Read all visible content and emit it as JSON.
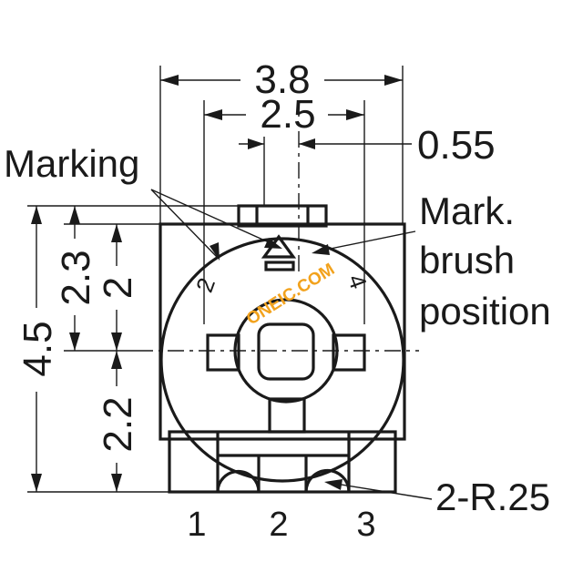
{
  "dimensions": {
    "overall_width": "3.8",
    "terminal_pitch": "2.5",
    "offset": "0.55",
    "overall_height": "4.5",
    "upper_height": "2.3",
    "center_height": "2",
    "lower_height": "2.2"
  },
  "labels": {
    "marking": "Marking",
    "mark_line1": "Mark.",
    "mark_line2": "brush",
    "mark_line3": "position",
    "radius": "2-R.25"
  },
  "pins": [
    "1",
    "2",
    "3"
  ],
  "body_marks": {
    "left": "2",
    "right": "4"
  },
  "watermark": "ONEIC.COM"
}
